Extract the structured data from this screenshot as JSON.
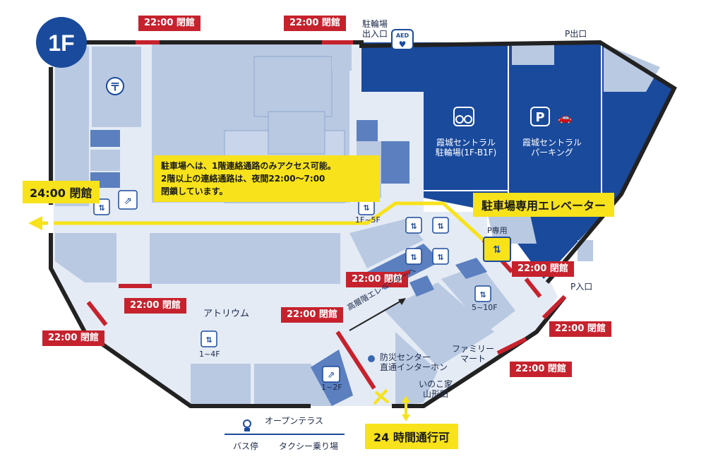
{
  "floor": "1F",
  "closing_tag": "22:00 閉館",
  "closing_2400": "24:00 閉館",
  "open_24h": "24 時間通行可",
  "notice": {
    "line1": "駐車場へは、1階連絡通路のみアクセス可能。",
    "line2": "2階以上の連絡通路は、夜間22:00〜7:00",
    "line3": "閉鎖しています。"
  },
  "parking_elevator": "駐車場専用エレベーター",
  "labels": {
    "bike_entrance_line1": "駐輪場",
    "bike_entrance_line2": "出入口",
    "aed": "AED",
    "p_exit": "P出口",
    "p_entrance": "P入口",
    "bike_parking_line1": "霞城セントラル",
    "bike_parking_line2": "駐輪場(1F-B1F)",
    "parking_line1": "霞城セントラル",
    "parking_line2": "パーキング",
    "parking_symbol": "P",
    "p_only": "P専用",
    "atrium": "アトリウム",
    "elev_1_5f": "1F~5F",
    "elev_5_10f": "5~10F",
    "elev_1_4f": "1~4F",
    "esc_1_2f": "1~2F",
    "high_elevator": "高層階エレベーターへ",
    "disaster_line1": "防災センター",
    "disaster_line2": "直通インターホン",
    "family_mart_line1": "ファミリー",
    "family_mart_line2": "マート",
    "inoko_line1": "いのこ家",
    "inoko_line2": "山形田",
    "open_terrace": "オープンテラス",
    "bus_stop": "バス停",
    "taxi": "タクシー乗り場"
  },
  "colors": {
    "building": "#b9c9e2",
    "hall": "#e4ebf5",
    "shop_dark": "#5b7fbf",
    "parking": "#1a4a9c",
    "outline": "#222222",
    "red": "#c6222d",
    "yellow": "#f7e21b",
    "badge": "#1a4a9c"
  }
}
